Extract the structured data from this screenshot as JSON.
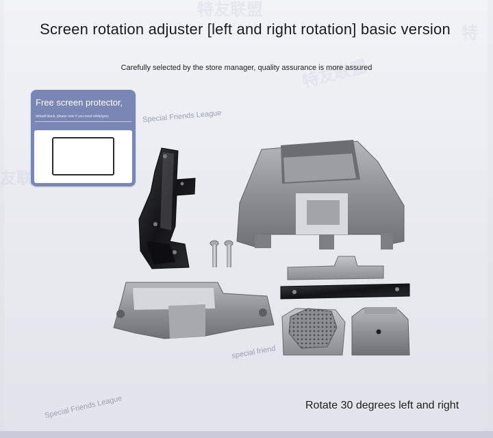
{
  "title": "Screen rotation adjuster [left and right rotation] basic version",
  "subtitle": "Carefully selected by the store manager, quality assurance is more assured",
  "promo": {
    "title": "Free screen protector,",
    "note": "default black, please note if you need white/grey"
  },
  "watermarks": {
    "top": "Special Friends League",
    "middle": "special friend",
    "bottom": "Special Friends League"
  },
  "footer": "Rotate 30 degrees left and right",
  "colors": {
    "background": "#e8e9ef",
    "promo_panel": "#7a86b4",
    "metal_grey": "#8c8e93",
    "black_anodized": "#1e1e20"
  }
}
